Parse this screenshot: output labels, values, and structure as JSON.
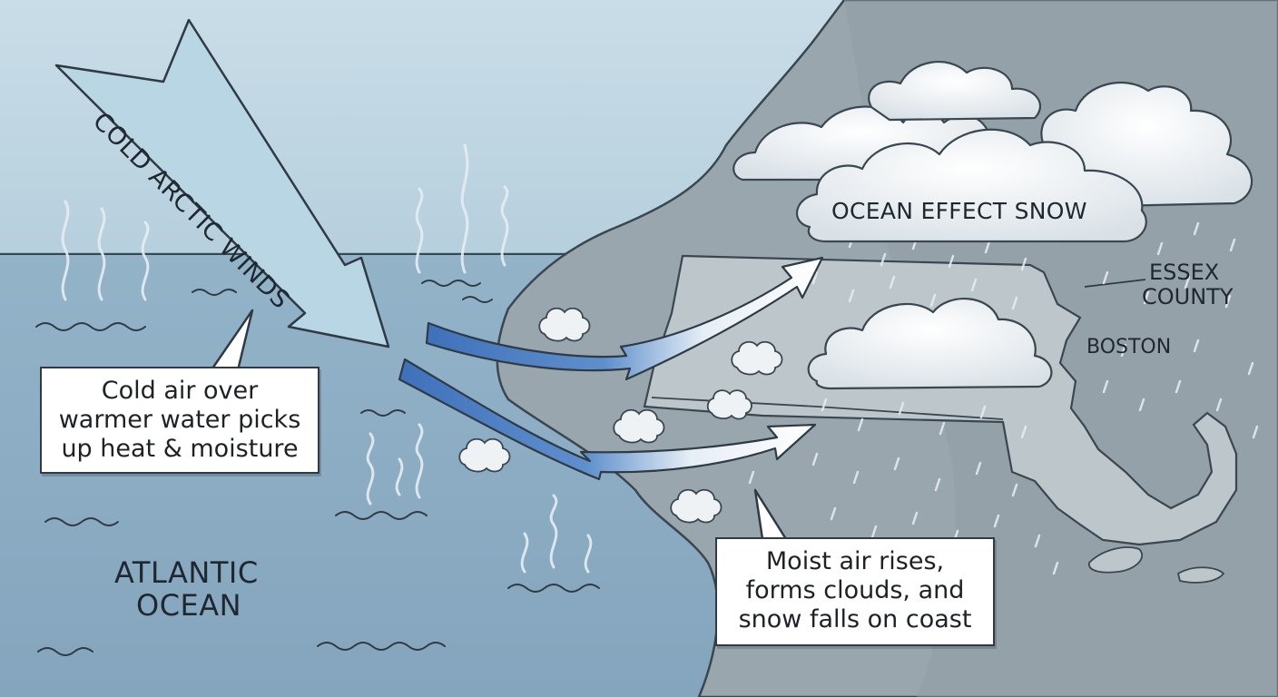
{
  "labels": {
    "winds": "COLD ARCTIC WINDS",
    "snow": "OCEAN EFFECT SNOW",
    "essex_line1": "ESSEX",
    "essex_line2": "COUNTY",
    "boston": "BOSTON",
    "ocean_line1": "ATLANTIC",
    "ocean_line2": "OCEAN"
  },
  "callouts": {
    "heat": {
      "line1": "Cold air over",
      "line2": "warmer water picks",
      "line3": "up heat & moisture"
    },
    "rise": {
      "line1": "Moist air rises,",
      "line2": "forms clouds, and",
      "line3": "snow falls on coast"
    }
  },
  "colors": {
    "sky": "#c4dae6",
    "ocean": "#8fb0c6",
    "land": "#9aa6ae",
    "state": "#bcc6cb",
    "arctic_arrow": "#b7d5e4",
    "flow_arrow": "#5a86c6",
    "cloud": "#f4f7f9",
    "outline": "#2f3a44"
  }
}
